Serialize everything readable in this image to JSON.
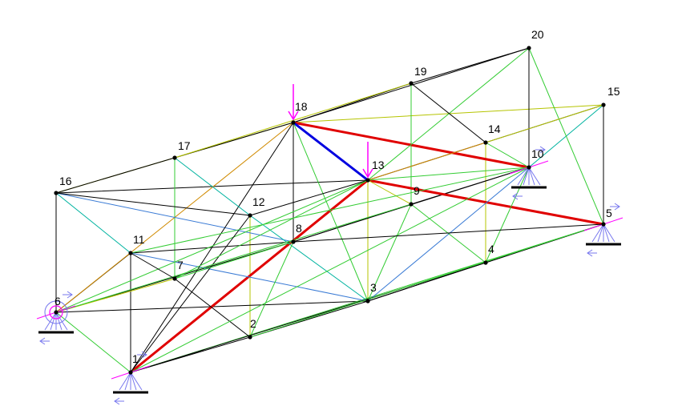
{
  "nodes": [
    {
      "id": "1",
      "label": "1"
    },
    {
      "id": "2",
      "label": "2"
    },
    {
      "id": "3",
      "label": "3"
    },
    {
      "id": "4",
      "label": "4"
    },
    {
      "id": "5",
      "label": "5"
    },
    {
      "id": "6",
      "label": "6"
    },
    {
      "id": "7",
      "label": "7"
    },
    {
      "id": "8",
      "label": "8"
    },
    {
      "id": "9",
      "label": "9"
    },
    {
      "id": "10",
      "label": "10"
    },
    {
      "id": "11",
      "label": "11"
    },
    {
      "id": "12",
      "label": "12"
    },
    {
      "id": "13",
      "label": "13"
    },
    {
      "id": "14",
      "label": "14"
    },
    {
      "id": "15",
      "label": "15"
    },
    {
      "id": "16",
      "label": "16"
    },
    {
      "id": "17",
      "label": "17"
    },
    {
      "id": "18",
      "label": "18"
    },
    {
      "id": "19",
      "label": "19"
    },
    {
      "id": "20",
      "label": "20"
    }
  ],
  "supports": [
    "1",
    "5",
    "6",
    "10"
  ],
  "loads": [
    "18",
    "13"
  ],
  "member_colors": {
    "black": "#000000",
    "olive": "#b5c400",
    "green": "#33cc33",
    "teal": "#00b3a0",
    "orange": "#d08a00",
    "blue_thin": "#3a7bd5",
    "red_heavy": "#e00000",
    "blue_heavy": "#0000e0",
    "load": "#ff00ff",
    "support": "#000000",
    "support_arrow": "#7777ee"
  },
  "members": [
    {
      "a": "16",
      "b": "18",
      "color": "olive"
    },
    {
      "a": "18",
      "b": "20",
      "color": "black"
    },
    {
      "a": "16",
      "b": "13",
      "color": "black"
    },
    {
      "a": "13",
      "b": "15",
      "color": "black"
    },
    {
      "a": "18",
      "b": "15",
      "color": "olive"
    },
    {
      "a": "16",
      "b": "17",
      "color": "black"
    },
    {
      "a": "17",
      "b": "18",
      "color": "black"
    },
    {
      "a": "18",
      "b": "19",
      "color": "black"
    },
    {
      "a": "19",
      "b": "20",
      "color": "black"
    },
    {
      "a": "17",
      "b": "19",
      "color": "olive"
    },
    {
      "a": "16",
      "b": "6",
      "color": "black"
    },
    {
      "a": "18",
      "b": "8",
      "color": "black"
    },
    {
      "a": "20",
      "b": "10",
      "color": "black"
    },
    {
      "a": "15",
      "b": "5",
      "color": "black"
    },
    {
      "a": "13",
      "b": "3",
      "color": "olive"
    },
    {
      "a": "17",
      "b": "7",
      "color": "green"
    },
    {
      "a": "19",
      "b": "9",
      "color": "green"
    },
    {
      "a": "12",
      "b": "2",
      "color": "olive"
    },
    {
      "a": "14",
      "b": "4",
      "color": "olive"
    },
    {
      "a": "11",
      "b": "1",
      "color": "black"
    },
    {
      "a": "6",
      "b": "3",
      "color": "black"
    },
    {
      "a": "3",
      "b": "5",
      "color": "black"
    },
    {
      "a": "6",
      "b": "1",
      "color": "green"
    },
    {
      "a": "1",
      "b": "5",
      "color": "green"
    },
    {
      "a": "6",
      "b": "8",
      "color": "black"
    },
    {
      "a": "8",
      "b": "10",
      "color": "black"
    },
    {
      "a": "1",
      "b": "2",
      "color": "black"
    },
    {
      "a": "2",
      "b": "3",
      "color": "black"
    },
    {
      "a": "3",
      "b": "4",
      "color": "black"
    },
    {
      "a": "4",
      "b": "5",
      "color": "black"
    },
    {
      "a": "6",
      "b": "11",
      "color": "black"
    },
    {
      "a": "11",
      "b": "8",
      "color": "black"
    },
    {
      "a": "8",
      "b": "9",
      "color": "black"
    },
    {
      "a": "9",
      "b": "10",
      "color": "black"
    },
    {
      "a": "6",
      "b": "18",
      "color": "orange"
    },
    {
      "a": "1",
      "b": "13",
      "color": "red_heavy"
    },
    {
      "a": "18",
      "b": "10",
      "color": "red_heavy"
    },
    {
      "a": "13",
      "b": "5",
      "color": "red_heavy"
    },
    {
      "a": "18",
      "b": "13",
      "color": "blue_heavy"
    },
    {
      "a": "16",
      "b": "8",
      "color": "blue_thin"
    },
    {
      "a": "11",
      "b": "3",
      "color": "blue_thin"
    },
    {
      "a": "3",
      "b": "10",
      "color": "blue_thin"
    },
    {
      "a": "16",
      "b": "11",
      "color": "teal"
    },
    {
      "a": "18",
      "b": "3",
      "color": "green"
    },
    {
      "a": "18",
      "b": "1",
      "color": "black"
    },
    {
      "a": "13",
      "b": "6",
      "color": "green"
    },
    {
      "a": "13",
      "b": "10",
      "color": "green"
    },
    {
      "a": "15",
      "b": "10",
      "color": "teal"
    },
    {
      "a": "20",
      "b": "13",
      "color": "green"
    },
    {
      "a": "20",
      "b": "5",
      "color": "green"
    },
    {
      "a": "15",
      "b": "14",
      "color": "olive"
    },
    {
      "a": "14",
      "b": "13",
      "color": "orange"
    },
    {
      "a": "12",
      "b": "16",
      "color": "black"
    },
    {
      "a": "12",
      "b": "13",
      "color": "black"
    },
    {
      "a": "12",
      "b": "3",
      "color": "teal"
    },
    {
      "a": "12",
      "b": "1",
      "color": "black"
    },
    {
      "a": "7",
      "b": "2",
      "color": "black"
    },
    {
      "a": "7",
      "b": "6",
      "color": "olive"
    },
    {
      "a": "7",
      "b": "8",
      "color": "green"
    },
    {
      "a": "7",
      "b": "13",
      "color": "green"
    },
    {
      "a": "9",
      "b": "4",
      "color": "green"
    },
    {
      "a": "9",
      "b": "3",
      "color": "green"
    },
    {
      "a": "9",
      "b": "13",
      "color": "olive"
    },
    {
      "a": "14",
      "b": "10",
      "color": "green"
    },
    {
      "a": "2",
      "b": "8",
      "color": "green"
    },
    {
      "a": "4",
      "b": "10",
      "color": "green"
    },
    {
      "a": "1",
      "b": "4",
      "color": "black"
    },
    {
      "a": "6",
      "b": "9",
      "color": "green"
    },
    {
      "a": "11",
      "b": "10",
      "color": "green"
    },
    {
      "a": "1",
      "b": "10",
      "color": "green"
    },
    {
      "a": "19",
      "b": "14",
      "color": "black"
    },
    {
      "a": "17",
      "b": "12",
      "color": "teal"
    },
    {
      "a": "11",
      "b": "7",
      "color": "black"
    },
    {
      "a": "2",
      "b": "5",
      "color": "green"
    },
    {
      "a": "8",
      "b": "5",
      "color": "black"
    }
  ]
}
